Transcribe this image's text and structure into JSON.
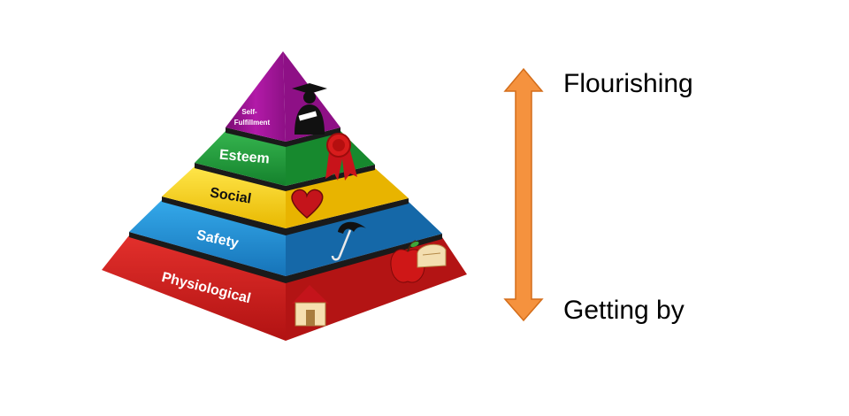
{
  "pyramid": {
    "levels": [
      {
        "label_lines": [
          "Self-",
          "Fulfillment"
        ],
        "icon": "graduate-icon"
      },
      {
        "label_lines": [
          "Esteem"
        ],
        "icon": "ribbon-award-icon"
      },
      {
        "label_lines": [
          "Social"
        ],
        "icon": "heart-icon"
      },
      {
        "label_lines": [
          "Safety"
        ],
        "icon": "umbrella-icon"
      },
      {
        "label_lines": [
          "Physiological"
        ],
        "icon": "house-icon"
      }
    ],
    "extra_icons": [
      "apple-icon",
      "bread-icon"
    ],
    "colors": {
      "self_fulfillment": "#a3139a",
      "esteem": "#1f9c3a",
      "social": "#f2d400",
      "safety": "#1d8fd3",
      "physiological": "#d01b1b"
    }
  },
  "scale": {
    "top_label": "Flourishing",
    "bottom_label": "Getting by",
    "arrow_color": "#f5923e",
    "arrow_icon": "double-arrow-icon"
  }
}
